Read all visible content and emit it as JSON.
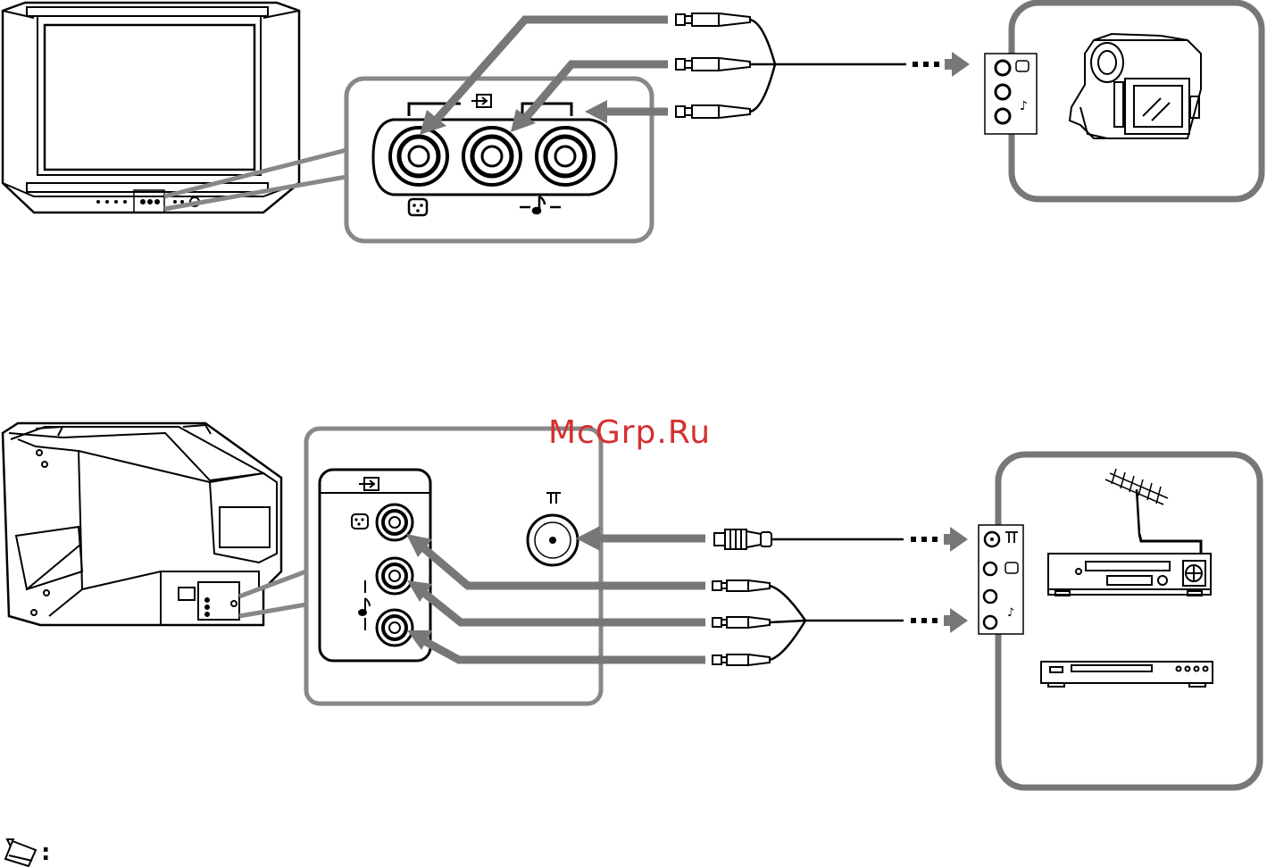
{
  "watermark": {
    "text": "McGrp.Ru",
    "color": "#d62f2f"
  },
  "note": {
    "icon": "pencil-note-icon",
    "colon": ":"
  },
  "diagram_top": {
    "tv": "front-tv-icon",
    "front_panel_inputs": [
      "video-in-jack",
      "audio-left-jack",
      "audio-right-jack"
    ],
    "input_symbol": "input-arrow-icon",
    "video_symbol": "video-jack-icon",
    "audio_symbol": "music-note-icon",
    "cable": "rca-cable-3",
    "device": "camcorder-icon"
  },
  "diagram_bottom": {
    "tv": "rear-tv-icon",
    "rear_panel_inputs": [
      "video-in-jack",
      "audio-left-jack",
      "audio-right-jack"
    ],
    "antenna_input": "antenna-in-jack",
    "input_symbol": "input-arrow-icon",
    "antenna_symbol": "antenna-icon",
    "cables": [
      "coax-cable",
      "rca-cable-3"
    ],
    "devices": [
      "outdoor-antenna-icon",
      "vcr-icon",
      "dvd-player-icon"
    ]
  },
  "colors": {
    "line": "#000000",
    "arrow": "#777777",
    "box": "#333333",
    "panel": "#888888"
  }
}
